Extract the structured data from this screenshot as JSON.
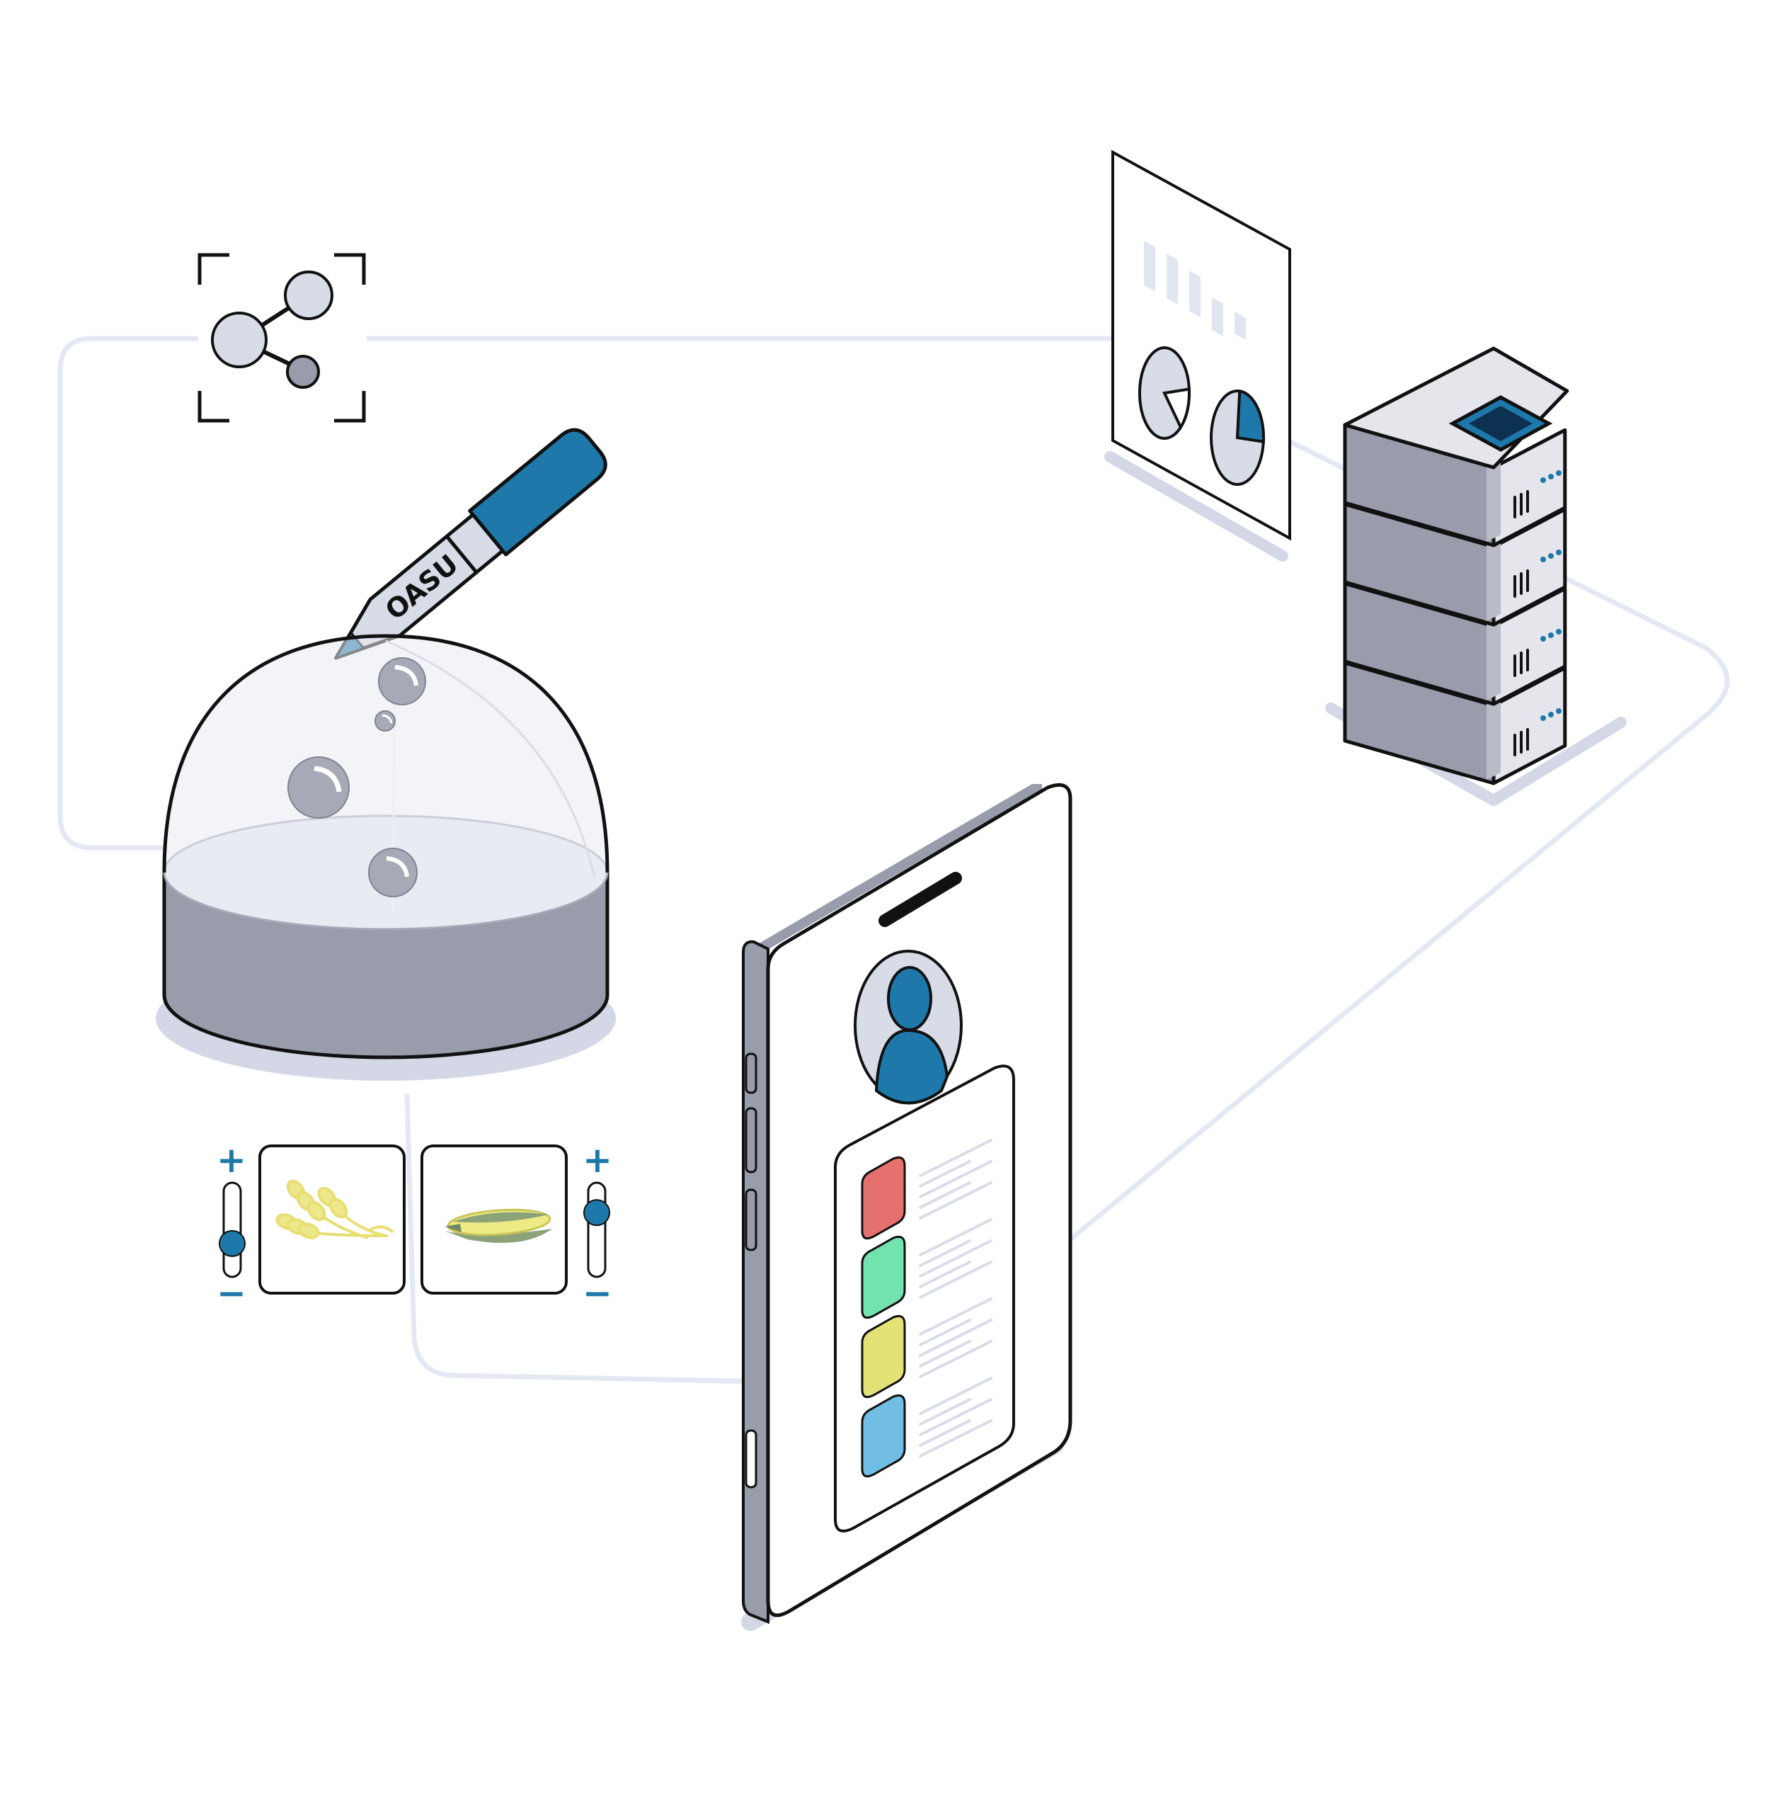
{
  "pen": {
    "label": "OASU"
  },
  "sliders": {
    "left": {
      "plus": "+",
      "minus": "−",
      "level": 0.3
    },
    "right": {
      "plus": "+",
      "minus": "−",
      "level": 0.75
    }
  },
  "cards": {
    "left_icon": "wheat-icon",
    "right_icon": "corn-icon"
  },
  "phone": {
    "list_item_colors": [
      "#E5716E",
      "#72E2AE",
      "#E3E277",
      "#72BDE3"
    ]
  },
  "dashboard": {
    "pie_fraction_left": 0.15,
    "pie_fraction_right": 0.25
  },
  "colors": {
    "accent": "#1E78AA",
    "outline": "#111111",
    "gray_dark": "#989CAB",
    "gray_mid": "#B9BCC6",
    "gray_light": "#D8DCE7",
    "connector": "#E4E8F3",
    "shadow": "#D4D8E6"
  }
}
